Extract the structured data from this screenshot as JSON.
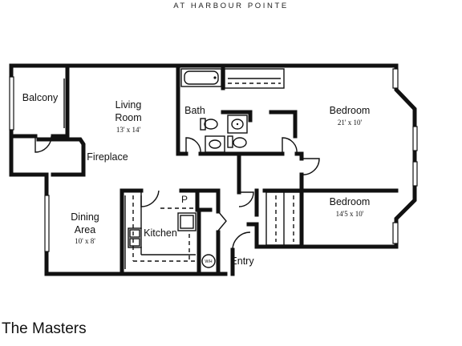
{
  "header": {
    "subtitle": "AT HARBOUR POINTE"
  },
  "plan_name": "The Masters",
  "rooms": [
    {
      "id": "balcony",
      "label": "Balcony",
      "dims": ""
    },
    {
      "id": "living",
      "label": "Living Room",
      "label_lines": [
        "Living",
        "Room"
      ],
      "dims": "13' x 14'"
    },
    {
      "id": "fireplace",
      "label": "Fireplace",
      "dims": ""
    },
    {
      "id": "bath",
      "label": "Bath",
      "dims": ""
    },
    {
      "id": "bedroom1",
      "label": "Bedroom",
      "dims": "21' x 10'"
    },
    {
      "id": "bedroom2",
      "label": "Bedroom",
      "dims": "14'5 x 10'"
    },
    {
      "id": "dining",
      "label": "Dining Area",
      "label_lines": [
        "Dining",
        "Area"
      ],
      "dims": "10' x 8'"
    },
    {
      "id": "kitchen",
      "label": "Kitchen",
      "dims": ""
    },
    {
      "id": "pantry",
      "label": "P",
      "dims": ""
    },
    {
      "id": "entry",
      "label": "Entry",
      "dims": ""
    }
  ],
  "fixtures": {
    "water_heater": "WH"
  }
}
